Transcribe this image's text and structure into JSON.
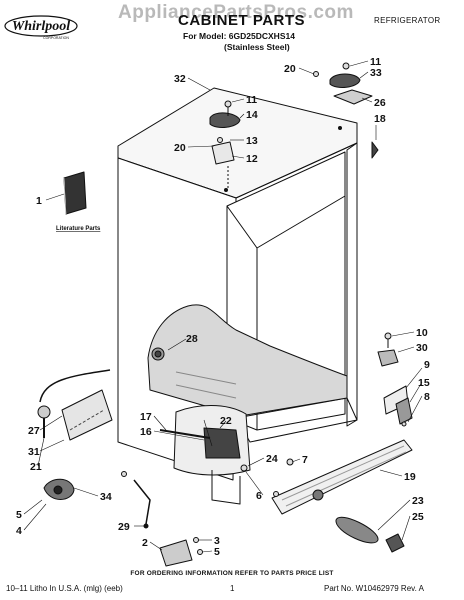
{
  "watermark": "AppliancePartsPros.com",
  "brand": {
    "name": "Whirlpool",
    "subtitle": "CORPORATION"
  },
  "header": {
    "title": "CABINET PARTS",
    "category": "REFRIGERATOR",
    "model_line": "For Model: 6GD25DCXHS14",
    "variant": "(Stainless Steel)"
  },
  "callouts": {
    "c1": "1",
    "c2": "2",
    "c3": "3",
    "c4": "4",
    "c5a": "5",
    "c5b": "5",
    "c6": "6",
    "c7": "7",
    "c8": "8",
    "c9": "9",
    "c10": "10",
    "c11a": "11",
    "c11b": "11",
    "c12": "12",
    "c13": "13",
    "c14": "14",
    "c15": "15",
    "c16": "16",
    "c17": "17",
    "c18": "18",
    "c19": "19",
    "c20a": "20",
    "c20b": "20",
    "c21": "21",
    "c22": "22",
    "c23": "23",
    "c24": "24",
    "c25": "25",
    "c26": "26",
    "c27": "27",
    "c28": "28",
    "c29": "29",
    "c30": "30",
    "c31": "31",
    "c32": "32",
    "c33": "33",
    "c34": "34"
  },
  "literature_label": "Literature Parts",
  "footer": {
    "note": "FOR ORDERING INFORMATION REFER TO PARTS PRICE LIST",
    "left": "10–11 Litho In U.S.A. (mlg) (eeb)",
    "page": "1",
    "right": "Part No. W10462979 Rev. A"
  }
}
